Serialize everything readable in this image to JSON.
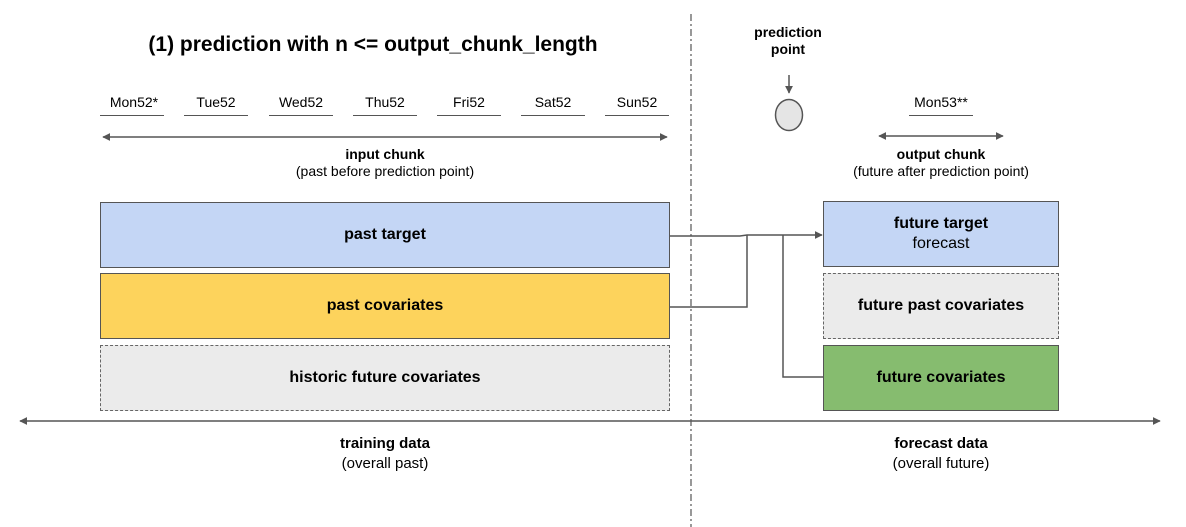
{
  "title": "(1) prediction with n <= output_chunk_length",
  "days": [
    "Mon52*",
    "Tue52",
    "Wed52",
    "Thu52",
    "Fri52",
    "Sat52",
    "Sun52"
  ],
  "future_day": "Mon53**",
  "prediction_point": {
    "line1": "prediction",
    "line2": "point"
  },
  "input_chunk": {
    "title": "input chunk",
    "subtitle": "(past before prediction point)"
  },
  "output_chunk": {
    "title": "output chunk",
    "subtitle": "(future after prediction point)"
  },
  "boxes": {
    "past_target": "past target",
    "past_covariates": "past covariates",
    "historic_future_covariates": "historic future covariates",
    "future_target": "future target",
    "future_target_sub": "forecast",
    "future_past_covariates": "future past covariates",
    "future_covariates": "future covariates"
  },
  "training_data": {
    "title": "training data",
    "subtitle": "(overall past)"
  },
  "forecast_data": {
    "title": "forecast data",
    "subtitle": "(overall future)"
  },
  "colors": {
    "past_target": "#c4d6f5",
    "past_covariates": "#fdd35c",
    "historic_future_covariates": "#ebebeb",
    "future_target": "#c4d6f5",
    "future_past_covariates": "#ebebeb",
    "future_covariates": "#86bc6f",
    "circle": "#e5e5e5"
  }
}
